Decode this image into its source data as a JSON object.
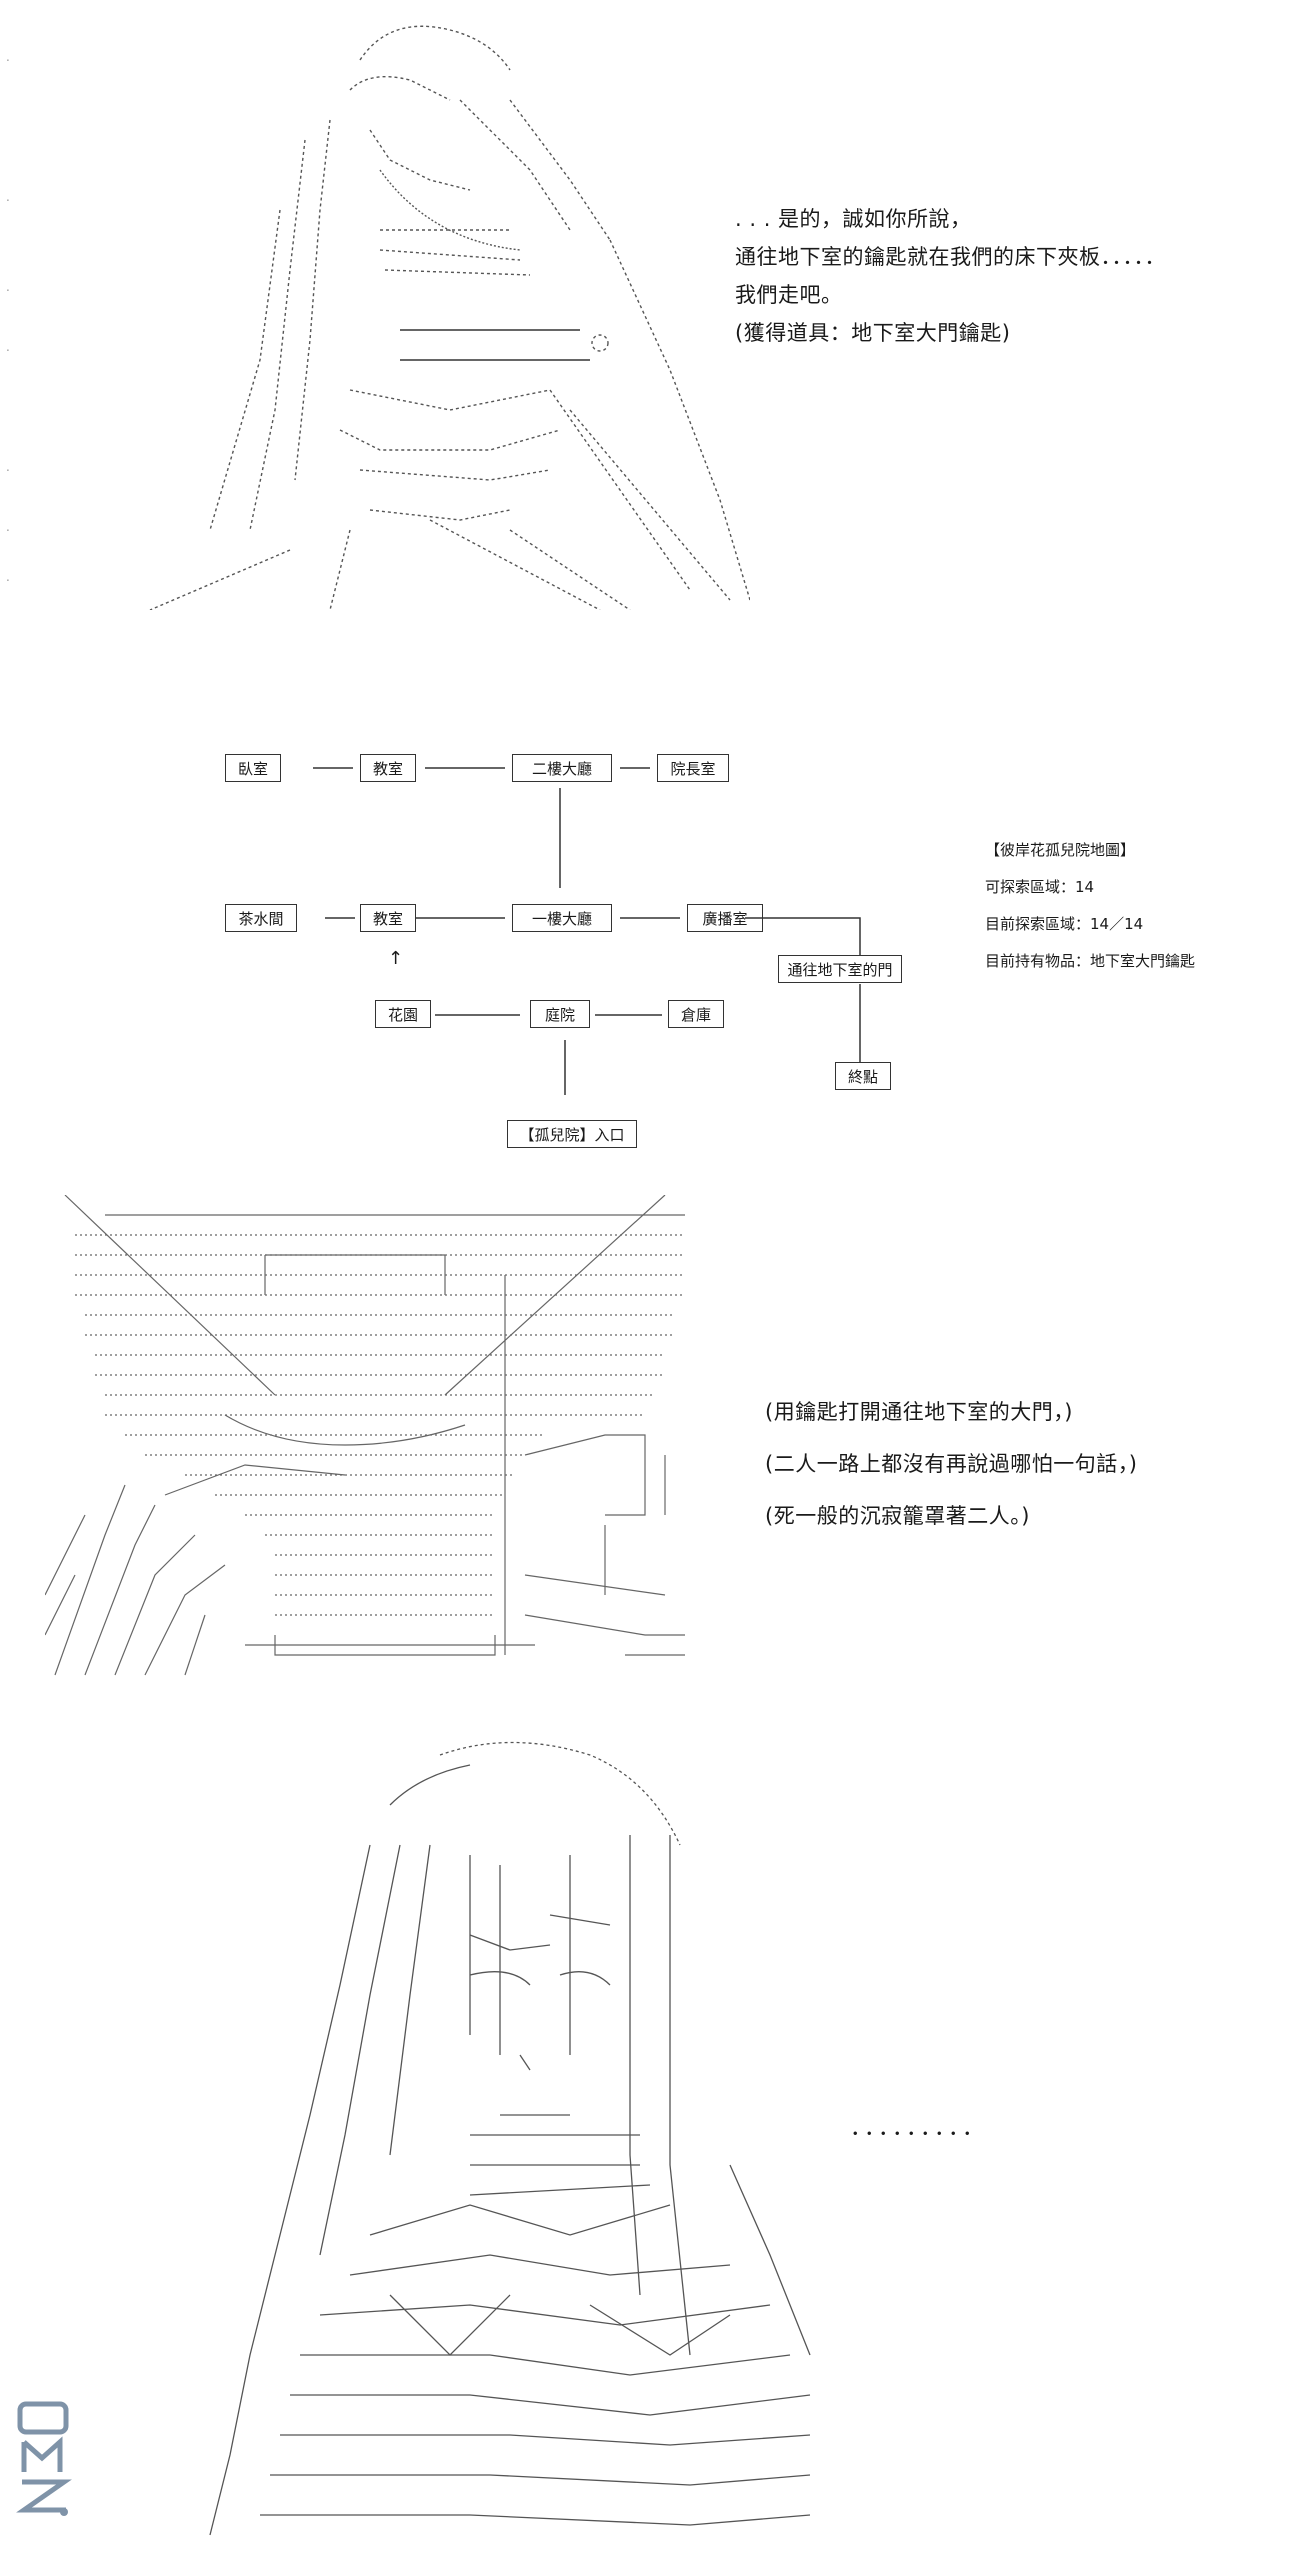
{
  "scene1": {
    "lines": [
      ". . . 是的，誠如你所說，",
      "通往地下室的鑰匙就在我們的床下夾板．．．．．",
      "我們走吧。",
      "(獲得道具：地下室大門鑰匙)"
    ]
  },
  "map": {
    "nodes": {
      "bedroom": "臥室",
      "classroom2": "教室",
      "hall2": "二樓大廳",
      "director": "院長室",
      "tearoom": "茶水間",
      "classroom1": "教室",
      "hall1": "一樓大廳",
      "broadcast": "廣播室",
      "basement_door": "通往地下室的門",
      "garden": "花園",
      "courtyard": "庭院",
      "storage": "倉庫",
      "goal": "終點",
      "entrance": "【孤兒院】入口"
    },
    "arrow_glyph": "↑"
  },
  "status": {
    "title": "【彼岸花孤兒院地圖】",
    "explorable": "可探索區域：14",
    "explored": "目前探索區域：14／14",
    "items": "目前持有物品：地下室大門鑰匙"
  },
  "scene2": {
    "lines": [
      "(用鑰匙打開通往地下室的大門，)",
      "(二人一路上都沒有再說過哪怕一句話，)",
      "(死一般的沉寂籠罩著二人。)"
    ]
  },
  "scene3": {
    "ellipsis": "．．．．．．．．．"
  },
  "logo": {
    "text": "DMZJ",
    "color": "#7f93a8"
  }
}
